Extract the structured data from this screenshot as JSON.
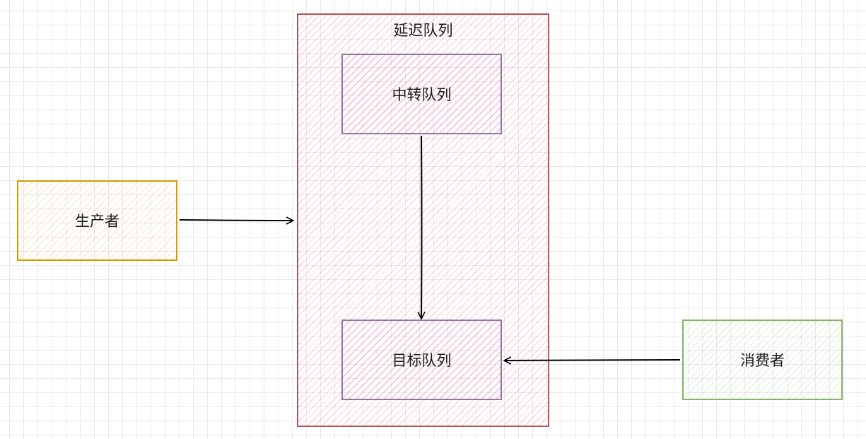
{
  "nodes": {
    "delay_queue": "延迟队列",
    "relay_queue": "中转队列",
    "target_queue": "目标队列",
    "producer": "生产者",
    "consumer": "消费者"
  },
  "colors": {
    "delay_queue_border": "#b85450",
    "queue_border": "#9673a6",
    "producer_border": "#d79b00",
    "consumer_border": "#82b366",
    "arrow": "#000000",
    "grid": "#e9e9e9"
  },
  "edges": [
    {
      "from": "producer",
      "to": "delay_queue"
    },
    {
      "from": "relay_queue",
      "to": "target_queue"
    },
    {
      "from": "consumer",
      "to": "target_queue"
    }
  ]
}
